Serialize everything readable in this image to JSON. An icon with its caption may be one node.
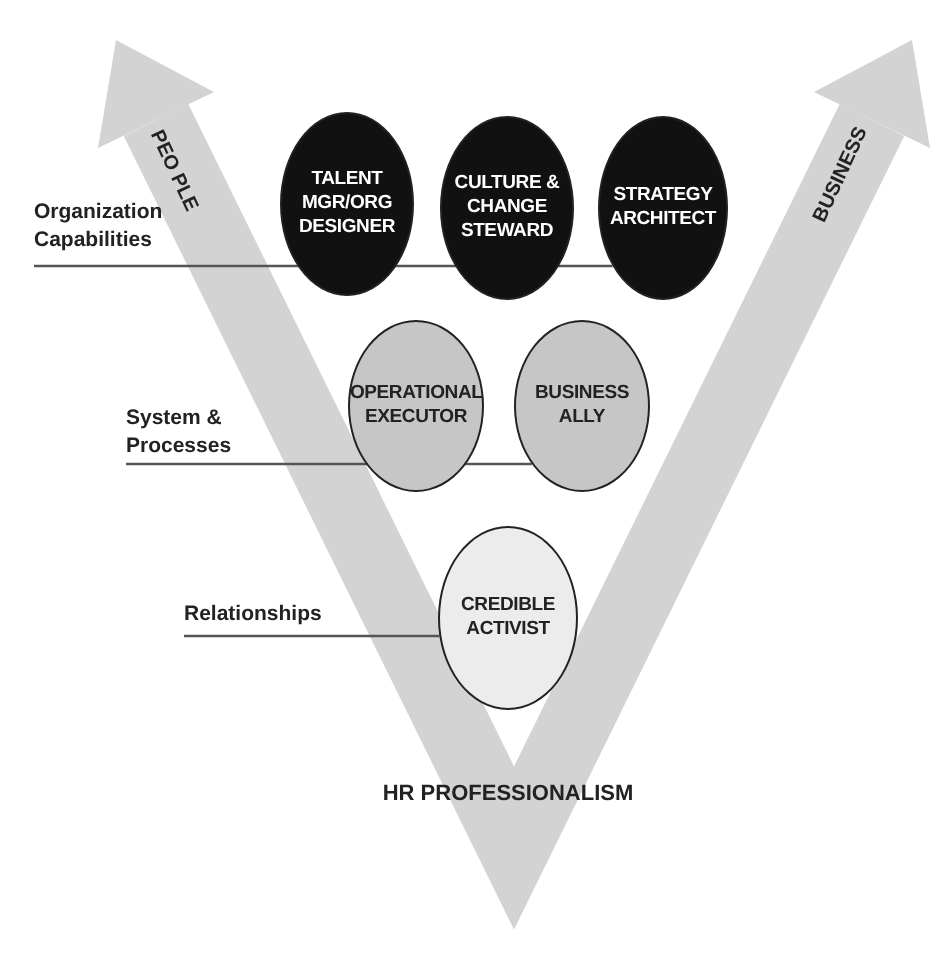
{
  "diagram": {
    "nodes": [
      {
        "text": [
          "Organization Capabilities"
        ]
      },
      {
        "text": [
          "TALENT MGR/ORG DESIGNER"
        ]
      },
      {
        "text": [
          "CULTURE & CHANGE STEWARD"
        ]
      },
      {
        "text": [
          "STRATEGY ARCHITECT"
        ]
      },
      {
        "text": [
          "System & Processes"
        ]
      },
      {
        "text": [
          "OPERATIONAL EXECUTOR"
        ]
      },
      {
        "text": [
          "BUSINESS ALLY"
        ]
      },
      {
        "text": [
          "Relationships"
        ]
      },
      {
        "text": [
          "CREDIBLE ACTIVIST"
        ]
      }
    ],
    "edges": [
      {
        "from": 0,
        "to": 3,
        "arrow": "none"
      },
      {
        "from": 4,
        "to": 6,
        "arrow": "none"
      },
      {
        "from": 7,
        "to": 8,
        "arrow": "none"
      }
    ],
    "labels": [
      "PEO PLE",
      "BUSINESS",
      "HR PROFESSIONALISM"
    ]
  }
}
